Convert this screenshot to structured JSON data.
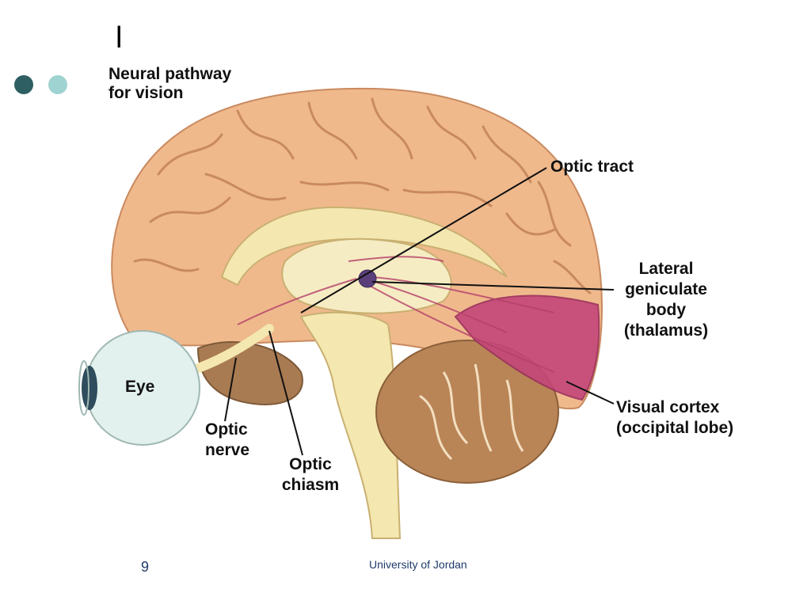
{
  "slide": {
    "title": "l",
    "page_number": "9",
    "footer_text": "University of Jordan",
    "bullet_colors": [
      "#2e5f63",
      "#9fd3d1"
    ]
  },
  "figure": {
    "heading_line1": "Neural pathway",
    "heading_line2": "for vision",
    "labels": {
      "optic_tract": "Optic tract",
      "lgb_line1": "Lateral",
      "lgb_line2": "geniculate",
      "lgb_line3": "body",
      "lgb_line4": "(thalamus)",
      "eye": "Eye",
      "optic_nerve_line1": "Optic",
      "optic_nerve_line2": "nerve",
      "optic_chiasm_line1": "Optic",
      "optic_chiasm_line2": "chiasm",
      "visual_cortex_line1": "Visual cortex",
      "visual_cortex_line2": "(occipital lobe)"
    },
    "colors": {
      "cortex": "#efb98c",
      "cortex_dark": "#c98a5f",
      "visual_cortex": "#c4467a",
      "midbrain": "#f4e7b0",
      "cerebellum": "#b98556",
      "eyeball": "#e2f1ee",
      "fiber": "#b5406a"
    }
  }
}
